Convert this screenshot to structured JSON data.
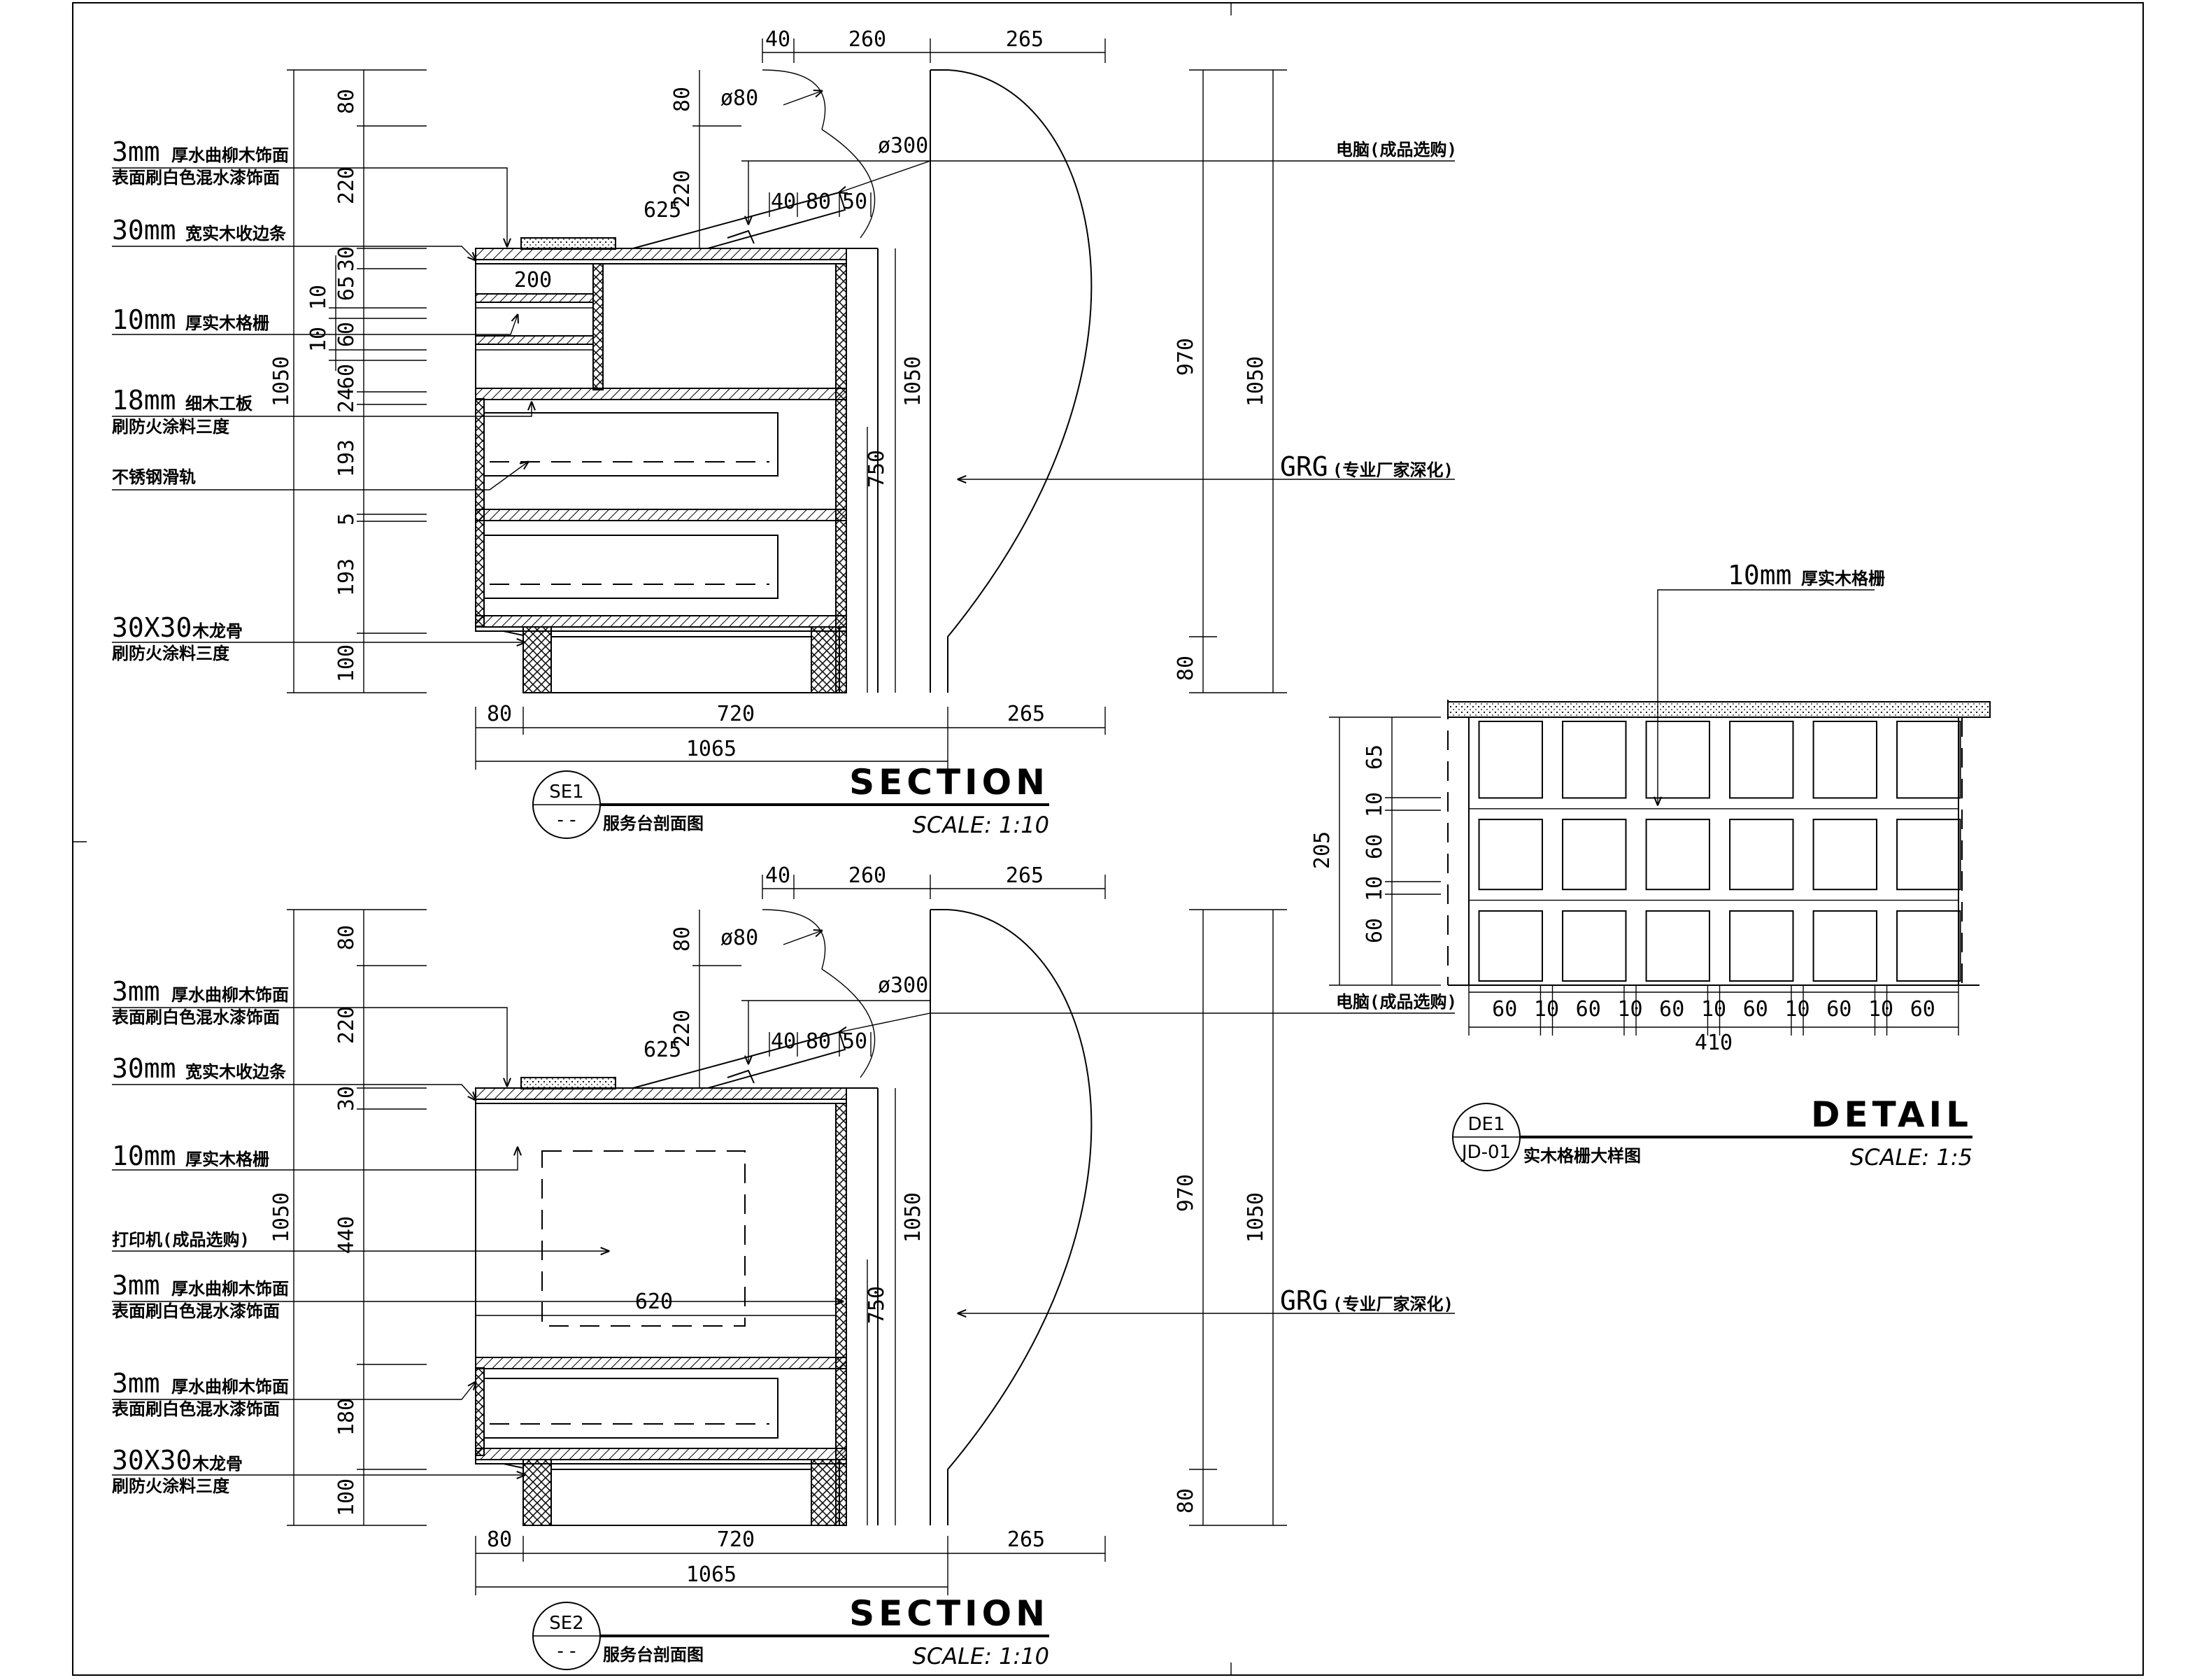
{
  "se1": {
    "top_dims": [
      "40",
      "260",
      "265"
    ],
    "left_dims": [
      "80",
      "220",
      "30",
      "65",
      "10",
      "60",
      "10",
      "60",
      "24",
      "193",
      "5",
      "193",
      "100"
    ],
    "left_total": "1050",
    "phi80": "ø80",
    "phi300": "ø300",
    "d625": "625",
    "d80v": "80",
    "d220v": "220",
    "top_small": [
      "40",
      "80",
      "50"
    ],
    "d200": "200",
    "d1050_inner": "1050",
    "d750": "750",
    "d970": "970",
    "d1050_right": "1050",
    "d80_right": "80",
    "bottom_dims": [
      "80",
      "720",
      "265"
    ],
    "bottom_total": "1065",
    "callouts": [
      {
        "big": "3mm",
        "cn": "厚水曲柳木饰面",
        "sub": "表面刷白色混水漆饰面"
      },
      {
        "big": "30mm",
        "cn": "宽实木收边条",
        "sub": ""
      },
      {
        "big": "10mm",
        "cn": "厚实木格栅",
        "sub": ""
      },
      {
        "big": "18mm",
        "cn": "细木工板",
        "sub": "刷防火涂料三度"
      },
      {
        "big": "",
        "cn": "不锈钢滑轨",
        "sub": ""
      },
      {
        "big": "30X30",
        "cn": "木龙骨",
        "sub": "刷防火涂料三度"
      }
    ],
    "right_callouts": [
      {
        "big": "",
        "cn": "电脑(成品选购)"
      },
      {
        "big": "GRG",
        "cn": "(专业厂家深化)"
      }
    ],
    "tag_top": "SE1",
    "tag_bottom": "- -",
    "tag_caption": "服务台剖面图",
    "title": "SECTION",
    "scale": "SCALE: 1:10"
  },
  "se2": {
    "top_dims": [
      "40",
      "260",
      "265"
    ],
    "left_dims": [
      "80",
      "220",
      "30",
      "440",
      "180",
      "100"
    ],
    "left_total": "1050",
    "phi80": "ø80",
    "phi300": "ø300",
    "d625": "625",
    "d80v": "80",
    "d220v": "220",
    "top_small": [
      "40",
      "80",
      "50"
    ],
    "d620": "620",
    "d1050_inner": "1050",
    "d750": "750",
    "d970": "970",
    "d1050_right": "1050",
    "d80_right": "80",
    "bottom_dims": [
      "80",
      "720",
      "265"
    ],
    "bottom_total": "1065",
    "callouts": [
      {
        "big": "3mm",
        "cn": "厚水曲柳木饰面",
        "sub": "表面刷白色混水漆饰面"
      },
      {
        "big": "30mm",
        "cn": "宽实木收边条",
        "sub": ""
      },
      {
        "big": "10mm",
        "cn": "厚实木格栅",
        "sub": ""
      },
      {
        "big": "",
        "cn": "打印机(成品选购)",
        "sub": ""
      },
      {
        "big": "3mm",
        "cn": "厚水曲柳木饰面",
        "sub": "表面刷白色混水漆饰面"
      },
      {
        "big": "3mm",
        "cn": "厚水曲柳木饰面",
        "sub": "表面刷白色混水漆饰面"
      },
      {
        "big": "30X30",
        "cn": "木龙骨",
        "sub": "刷防火涂料三度"
      }
    ],
    "right_callouts": [
      {
        "big": "",
        "cn": "电脑(成品选购)"
      },
      {
        "big": "GRG",
        "cn": "(专业厂家深化)"
      }
    ],
    "tag_top": "SE2",
    "tag_bottom": "- -",
    "tag_caption": "服务台剖面图",
    "title": "SECTION",
    "scale": "SCALE: 1:10"
  },
  "de1": {
    "callout_big": "10mm",
    "callout_cn": "厚实木格栅",
    "left_dims": [
      "65",
      "10",
      "60",
      "10",
      "60"
    ],
    "left_total": "205",
    "bottom_dims": [
      "60",
      "10",
      "60",
      "10",
      "60",
      "10",
      "60",
      "10",
      "60",
      "10",
      "60"
    ],
    "bottom_total": "410",
    "tag_top": "DE1",
    "tag_bottom": "JD-01",
    "tag_caption": "实木格栅大样图",
    "title": "DETAIL",
    "scale": "SCALE: 1:5"
  }
}
